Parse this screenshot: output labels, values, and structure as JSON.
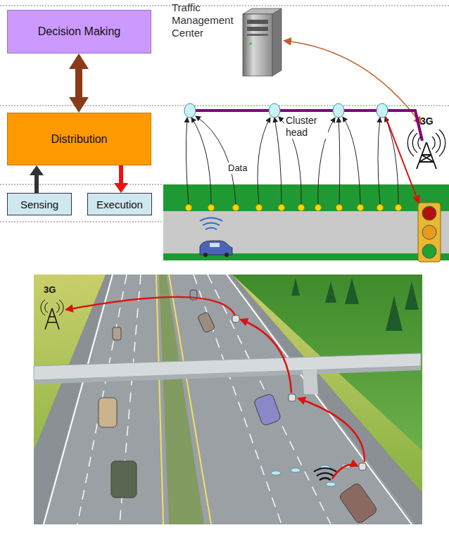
{
  "diagram": {
    "nodes": [
      {
        "text": [
          "Decision Making"
        ]
      },
      {
        "text": [
          "Distribution"
        ]
      },
      {
        "text": [
          "Sensing"
        ]
      },
      {
        "text": [
          "Execution"
        ]
      }
    ],
    "edges": [
      {
        "from": 0,
        "to": 1,
        "arrow": "both"
      },
      {
        "from": 2,
        "to": 1,
        "arrow": "to"
      },
      {
        "from": 1,
        "to": 3,
        "arrow": "to"
      }
    ],
    "labels": [
      "Traffic Management Center",
      "Cluster head",
      "Data",
      "3G",
      "3G"
    ]
  }
}
